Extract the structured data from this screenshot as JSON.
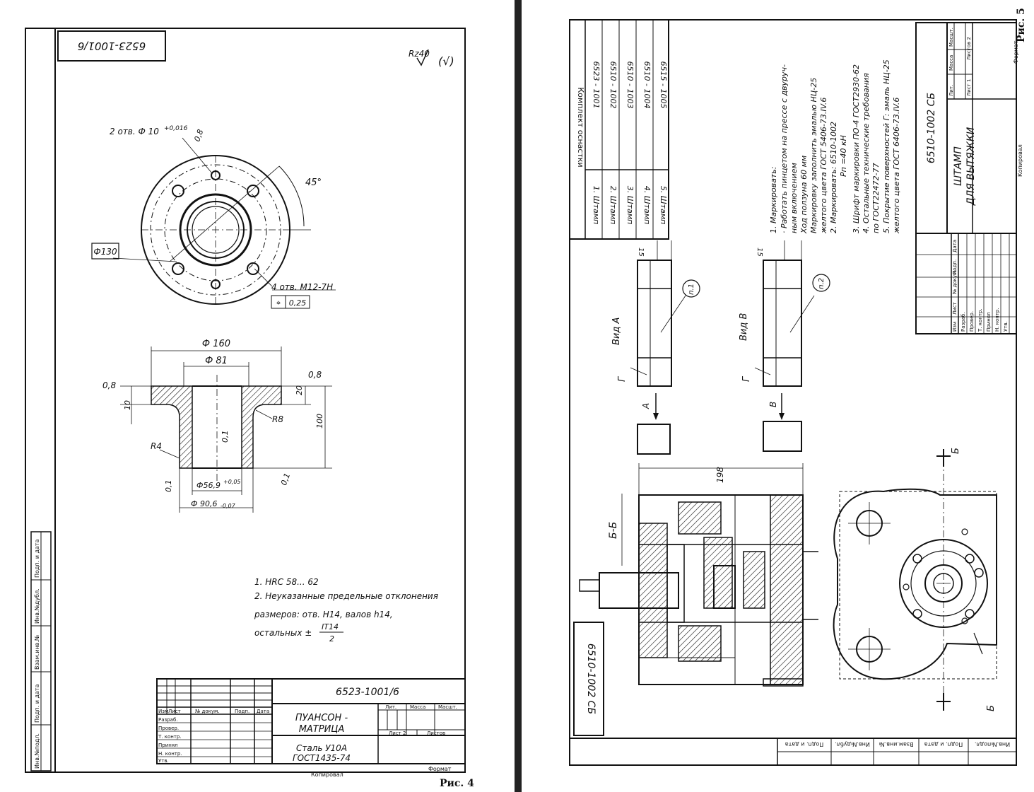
{
  "left_sheet": {
    "stamp_number": "6523-1001/6",
    "roughness": "Rz40",
    "roughness_alt": "(√)",
    "holes_callout": "2 отв. Ф 10",
    "holes_tol": "+0,016",
    "hole_roughness": "0,8",
    "angle": "45°",
    "diameter_130": "Ф130",
    "threads_callout": "4 отв. М12-7Н",
    "position_tol": "0,25",
    "position_sym": "⌖",
    "dim_160": "Ф 160",
    "dim_81": "Ф 81",
    "dim_20": "20",
    "dim_100": "100",
    "dim_10": "10",
    "rough_08_left": "0,8",
    "rough_08_right": "0,8",
    "rough_01_inner": "0,1",
    "rough_01_bottom": "0,1",
    "rough_01_left": "0,1",
    "r8": "R8",
    "r4": "R4",
    "dim_56": "Ф56,9",
    "dim_56_tol": "+0,05",
    "dim_90": "Ф 90,6",
    "dim_90_tol": "-0,07",
    "notes": [
      "1. HRC 58... 62",
      "2. Неуказанные предельные отклонения",
      "размеров: отв. Н14, валов h14,",
      "остальных ±"
    ],
    "note_fraction_num": "IT14",
    "note_fraction_den": "2",
    "side_labels": [
      "Инв.№подл.",
      "Подп. и дата",
      "Взам.инв.№",
      "Инв.№дубл.",
      "Подп. и дата"
    ],
    "title_block": {
      "doc_number": "6523-1001/6",
      "part_name_1": "ПУАНСОН -",
      "part_name_2": "МАТРИЦА",
      "material_1": "Сталь У10А",
      "material_2": "ГОСТ1435-74",
      "col_headers": [
        "Изм",
        "Лист",
        "№ докум.",
        "Подп.",
        "Дата"
      ],
      "row_labels": [
        "Разраб.",
        "Провер.",
        "Т. контр.",
        "Принял",
        "Н. контр.",
        "Утв."
      ],
      "lit": "Лит.",
      "mass": "Масса",
      "scale": "Масшт.",
      "sheet": "Лист 2",
      "sheets": "Листов",
      "copied": "Копировал",
      "format": "Формат"
    },
    "figure_caption": "Рис. 4"
  },
  "right_sheet": {
    "stamp_number": "6510-1002 СБ",
    "kit_header": "Комплект оснастки",
    "kit_items": [
      {
        "name": "1. Штамп",
        "number": "6523 - 1001"
      },
      {
        "name": "2. Штамп",
        "number": "6510 - 1002"
      },
      {
        "name": "3. Штамп",
        "number": "6510 - 1003"
      },
      {
        "name": "4. Штамп",
        "number": "6510 - 1004"
      },
      {
        "name": "5. Штамп",
        "number": "6515 - 1005"
      }
    ],
    "notes": [
      "1. Маркировать:",
      "· Работать пинцетом на прессе с двуруч-",
      "ным включением",
      "Ход ползуна 60 мм",
      "Маркировку заполнить эмалью НЦ-25",
      "желтого цвета  ГОСТ 5406-73.IV.6",
      "2. Маркировать: 6510-1002",
      "Pп =40 кН",
      "3. Шрифт маркировки ПО-4  ГОСТ2930-62",
      "4. Остальные технические требования",
      "по ГОСТ22472-77",
      "5. Покрытие поверхностей Г: эмаль НЦ-25",
      "желтого цвета ГОСТ 6406-73.IV.6"
    ],
    "view_a": "Вид А",
    "view_b": "Вид В",
    "section": "Б-Б",
    "dim_15a": "15",
    "dim_15b": "15",
    "callout_1": "п.1",
    "callout_2": "п.2",
    "label_g1": "Г",
    "label_g2": "Г",
    "arrow_a": "А",
    "arrow_b": "В",
    "dim_198": "198",
    "cut_b1": "Б",
    "cut_b2": "Б",
    "title_block": {
      "doc_number": "6510-1002 СБ",
      "part_name_1": "ШТАМП",
      "part_name_2": "ДЛЯ ВЫТЯЖКИ",
      "col_headers": [
        "Изм",
        "Лист",
        "№ докум.",
        "Подп.",
        "Дата"
      ],
      "row_labels": [
        "Разраб.",
        "Провер.",
        "Т. контр.",
        "Принял",
        "Н. контр.",
        "Утв."
      ],
      "lit": "Лит.",
      "mass": "Масса",
      "scale": "Масшт.",
      "sheet": "Лист 1",
      "sheets": "Листов 2",
      "copied": "Копировал",
      "format": "Формат"
    },
    "side_labels": [
      "Инв.№подл.",
      "Подп. и дата",
      "Взам.инв.№",
      "Инв.№дубл.",
      "Подп. и дата"
    ],
    "figure_caption": "Рис. 5"
  }
}
